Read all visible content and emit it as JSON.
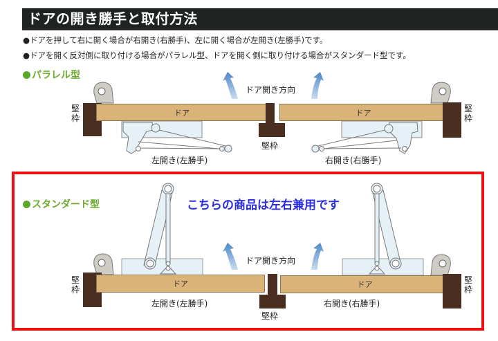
{
  "header": {
    "title": "ドアの開き勝手と取付方法"
  },
  "notes": [
    "●ドアを押して右に開く場合が右開き(右勝手)、左に開く場合が左開き(左勝手)です。",
    "●ドアを開く反対側に取り付ける場合がパラレル型、ドアを開く側に取り付ける場合がスタンダード型です。"
  ],
  "parallel": {
    "label": "パラレル型",
    "door_label": "ドア",
    "frame_label": "堅枠",
    "direction_label": "ドア開き方向",
    "left_caption": "左開き(左勝手)",
    "right_caption": "右開き(右勝手)"
  },
  "standard": {
    "label": "スタンダード型",
    "promo": "こちらの商品は左右兼用です",
    "door_label": "ドア",
    "frame_label": "堅枠",
    "direction_label": "ドア開き方向",
    "left_caption": "左開き(左勝手)",
    "right_caption": "右開き(右勝手)"
  },
  "colors": {
    "header_bg": "#1f2422",
    "section_green": "#6aaa2a",
    "promo_blue": "#2a2ee0",
    "highlight_red": "#ee1111",
    "door": "#d9b377",
    "frame": "#4a2e1f",
    "closer": "#e4f0f6",
    "arrow": "#5b8fc9"
  }
}
